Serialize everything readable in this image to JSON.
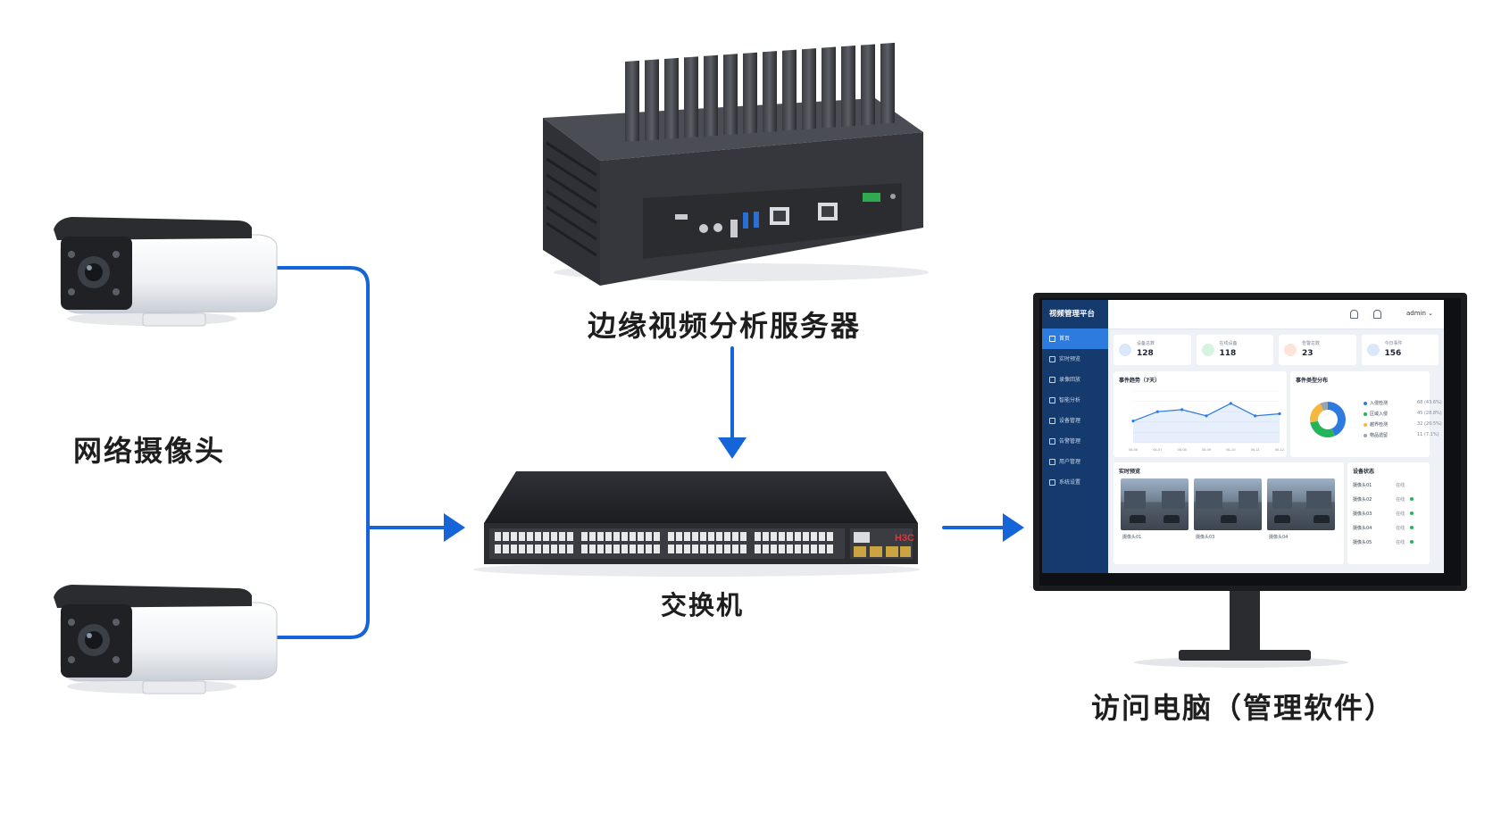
{
  "labels": {
    "camera": "网络摄像头",
    "server": "边缘视频分析服务器",
    "switch": "交换机",
    "computer": "访问电脑（管理软件）"
  },
  "colors": {
    "arrow": "#1565d8",
    "device_dark": "#2b2d31",
    "screen_sidebar": "#143a6e",
    "screen_accent": "#2e7be0"
  },
  "switch_brand": "H3C",
  "monitor_ui": {
    "brand": "视频管理平台",
    "user": "admin",
    "nav": [
      "首页",
      "实时预览",
      "录像回放",
      "智能分析",
      "设备管理",
      "告警管理",
      "用户管理",
      "系统设置"
    ],
    "stats": [
      {
        "label": "设备总数",
        "value": "128",
        "color": "#2e7be0"
      },
      {
        "label": "在线设备",
        "value": "118",
        "color": "#22b55a"
      },
      {
        "label": "告警总数",
        "value": "23",
        "color": "#f06a3c"
      },
      {
        "label": "今日事件",
        "value": "156",
        "color": "#2e7be0"
      }
    ],
    "trend_title": "事件趋势（7天）",
    "pie_title": "事件类型分布",
    "preview_title": "实时预览",
    "status_title": "设备状态",
    "cameras": [
      "摄像头01",
      "摄像头03",
      "摄像头04"
    ],
    "devices": [
      {
        "name": "摄像头01",
        "status": "在线"
      },
      {
        "name": "摄像头02",
        "status": "在线"
      },
      {
        "name": "摄像头03",
        "status": "在线"
      },
      {
        "name": "摄像头04",
        "status": "在线"
      },
      {
        "name": "摄像头05",
        "status": "在线"
      }
    ]
  },
  "chart_data": [
    {
      "type": "line",
      "x": [
        "06-06",
        "06-07",
        "06-08",
        "06-09",
        "06-10",
        "06-11",
        "06-12"
      ],
      "series": [
        {
          "values": [
            105,
            150,
            160,
            130,
            190,
            130,
            140
          ]
        }
      ],
      "ylim": [
        0,
        250
      ]
    },
    {
      "type": "pie",
      "categories": [
        "入侵检测",
        "区域入侵",
        "越界检测",
        "物品遗留"
      ],
      "values": [
        68,
        45,
        32,
        11
      ],
      "labels": [
        "68 (43.6%)",
        "45 (28.8%)",
        "32 (20.5%)",
        "11 (7.1%)"
      ],
      "colors": [
        "#2e7be0",
        "#22b55a",
        "#f5b83d",
        "#9aa5b4"
      ]
    }
  ]
}
